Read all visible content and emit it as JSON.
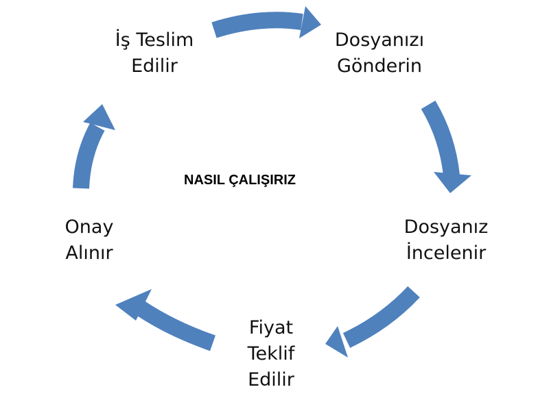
{
  "diagram": {
    "center_title": "NASIL ÇALIŞIRIZ",
    "steps": [
      {
        "lines": [
          "İş Teslim",
          "Edilir"
        ]
      },
      {
        "lines": [
          "Dosyanızı",
          "Gönderin"
        ]
      },
      {
        "lines": [
          "Dosyanız",
          "İncelenir"
        ]
      },
      {
        "lines": [
          "Fiyat",
          "Teklif",
          "Edilir"
        ]
      },
      {
        "lines": [
          "Onay",
          "Alınır"
        ]
      }
    ],
    "colors": {
      "arrow": "#4F81BD",
      "text": "#111111",
      "background": "#FFFFFF"
    },
    "icons": [
      "curved-arrow",
      "curved-arrow",
      "curved-arrow",
      "curved-arrow",
      "curved-arrow"
    ]
  }
}
